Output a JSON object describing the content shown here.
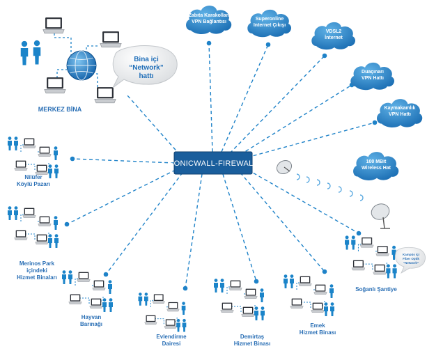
{
  "firewall": {
    "label": "SONICWALL-FIREWALL"
  },
  "hq": {
    "label": "MERKEZ BİNA",
    "bubble": {
      "line1": "Bina içi",
      "line2": "“Network”",
      "line3": "hattı"
    }
  },
  "links": [
    {
      "line1": "Zabıta Karakolları",
      "line2": "VPN Bağlantısı"
    },
    {
      "line1": "Superonline",
      "line2": "Internet Çıkışı"
    },
    {
      "line1": "VDSL2",
      "line2": "İnternet"
    },
    {
      "line1": "Duaçınarı",
      "line2": "VPN Hattı"
    },
    {
      "line1": "Kaymakamlık",
      "line2": "VPN Hattı"
    },
    {
      "line1": "100 MBit",
      "line2": "Wireless Hat"
    }
  ],
  "campus_note": {
    "line1": "Kampüs içi",
    "line2": "Fiber Optik",
    "line3": "“Network”"
  },
  "sites": [
    {
      "line1": "Nilüfer",
      "line2": "Köylü Pazarı"
    },
    {
      "line1": "Merinos Park",
      "line2": "içindeki",
      "line3": "Hizmet Binaları"
    },
    {
      "line1": "Hayvan",
      "line2": "Barınağı"
    },
    {
      "line1": "Evlendirme",
      "line2": "Dairesi"
    },
    {
      "line1": "Demirtaş",
      "line2": "Hizmet Binası"
    },
    {
      "line1": "Emek",
      "line2": "Hizmet Binası"
    },
    {
      "line1": "Soğanlı Şantiye"
    }
  ],
  "colors": {
    "accent": "#1e82c8",
    "firewall_bg": "#1a5e9c",
    "bubble": "#2b86c8",
    "person": "#1b84c9"
  }
}
